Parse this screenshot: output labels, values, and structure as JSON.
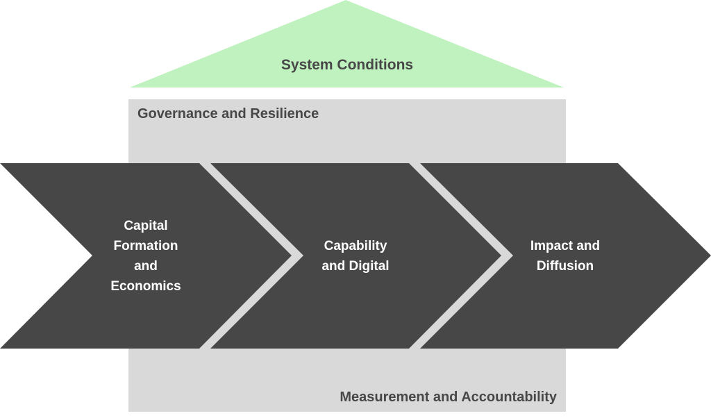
{
  "roof": {
    "label": "System Conditions",
    "color": "#c0f2bf"
  },
  "frame": {
    "top_label": "Governance and Resilience",
    "bottom_label": "Measurement and Accountability",
    "color": "#d9d9d9"
  },
  "stages": [
    {
      "line1": "Capital",
      "line2": "Formation",
      "line3": "and",
      "line4": "Economics"
    },
    {
      "line1": "Capability",
      "line2": "and Digital"
    },
    {
      "line1": "Impact and",
      "line2": "Diffusion"
    }
  ],
  "colors": {
    "chevron": "#474747",
    "text_dark": "#474747",
    "text_light": "#ffffff"
  }
}
